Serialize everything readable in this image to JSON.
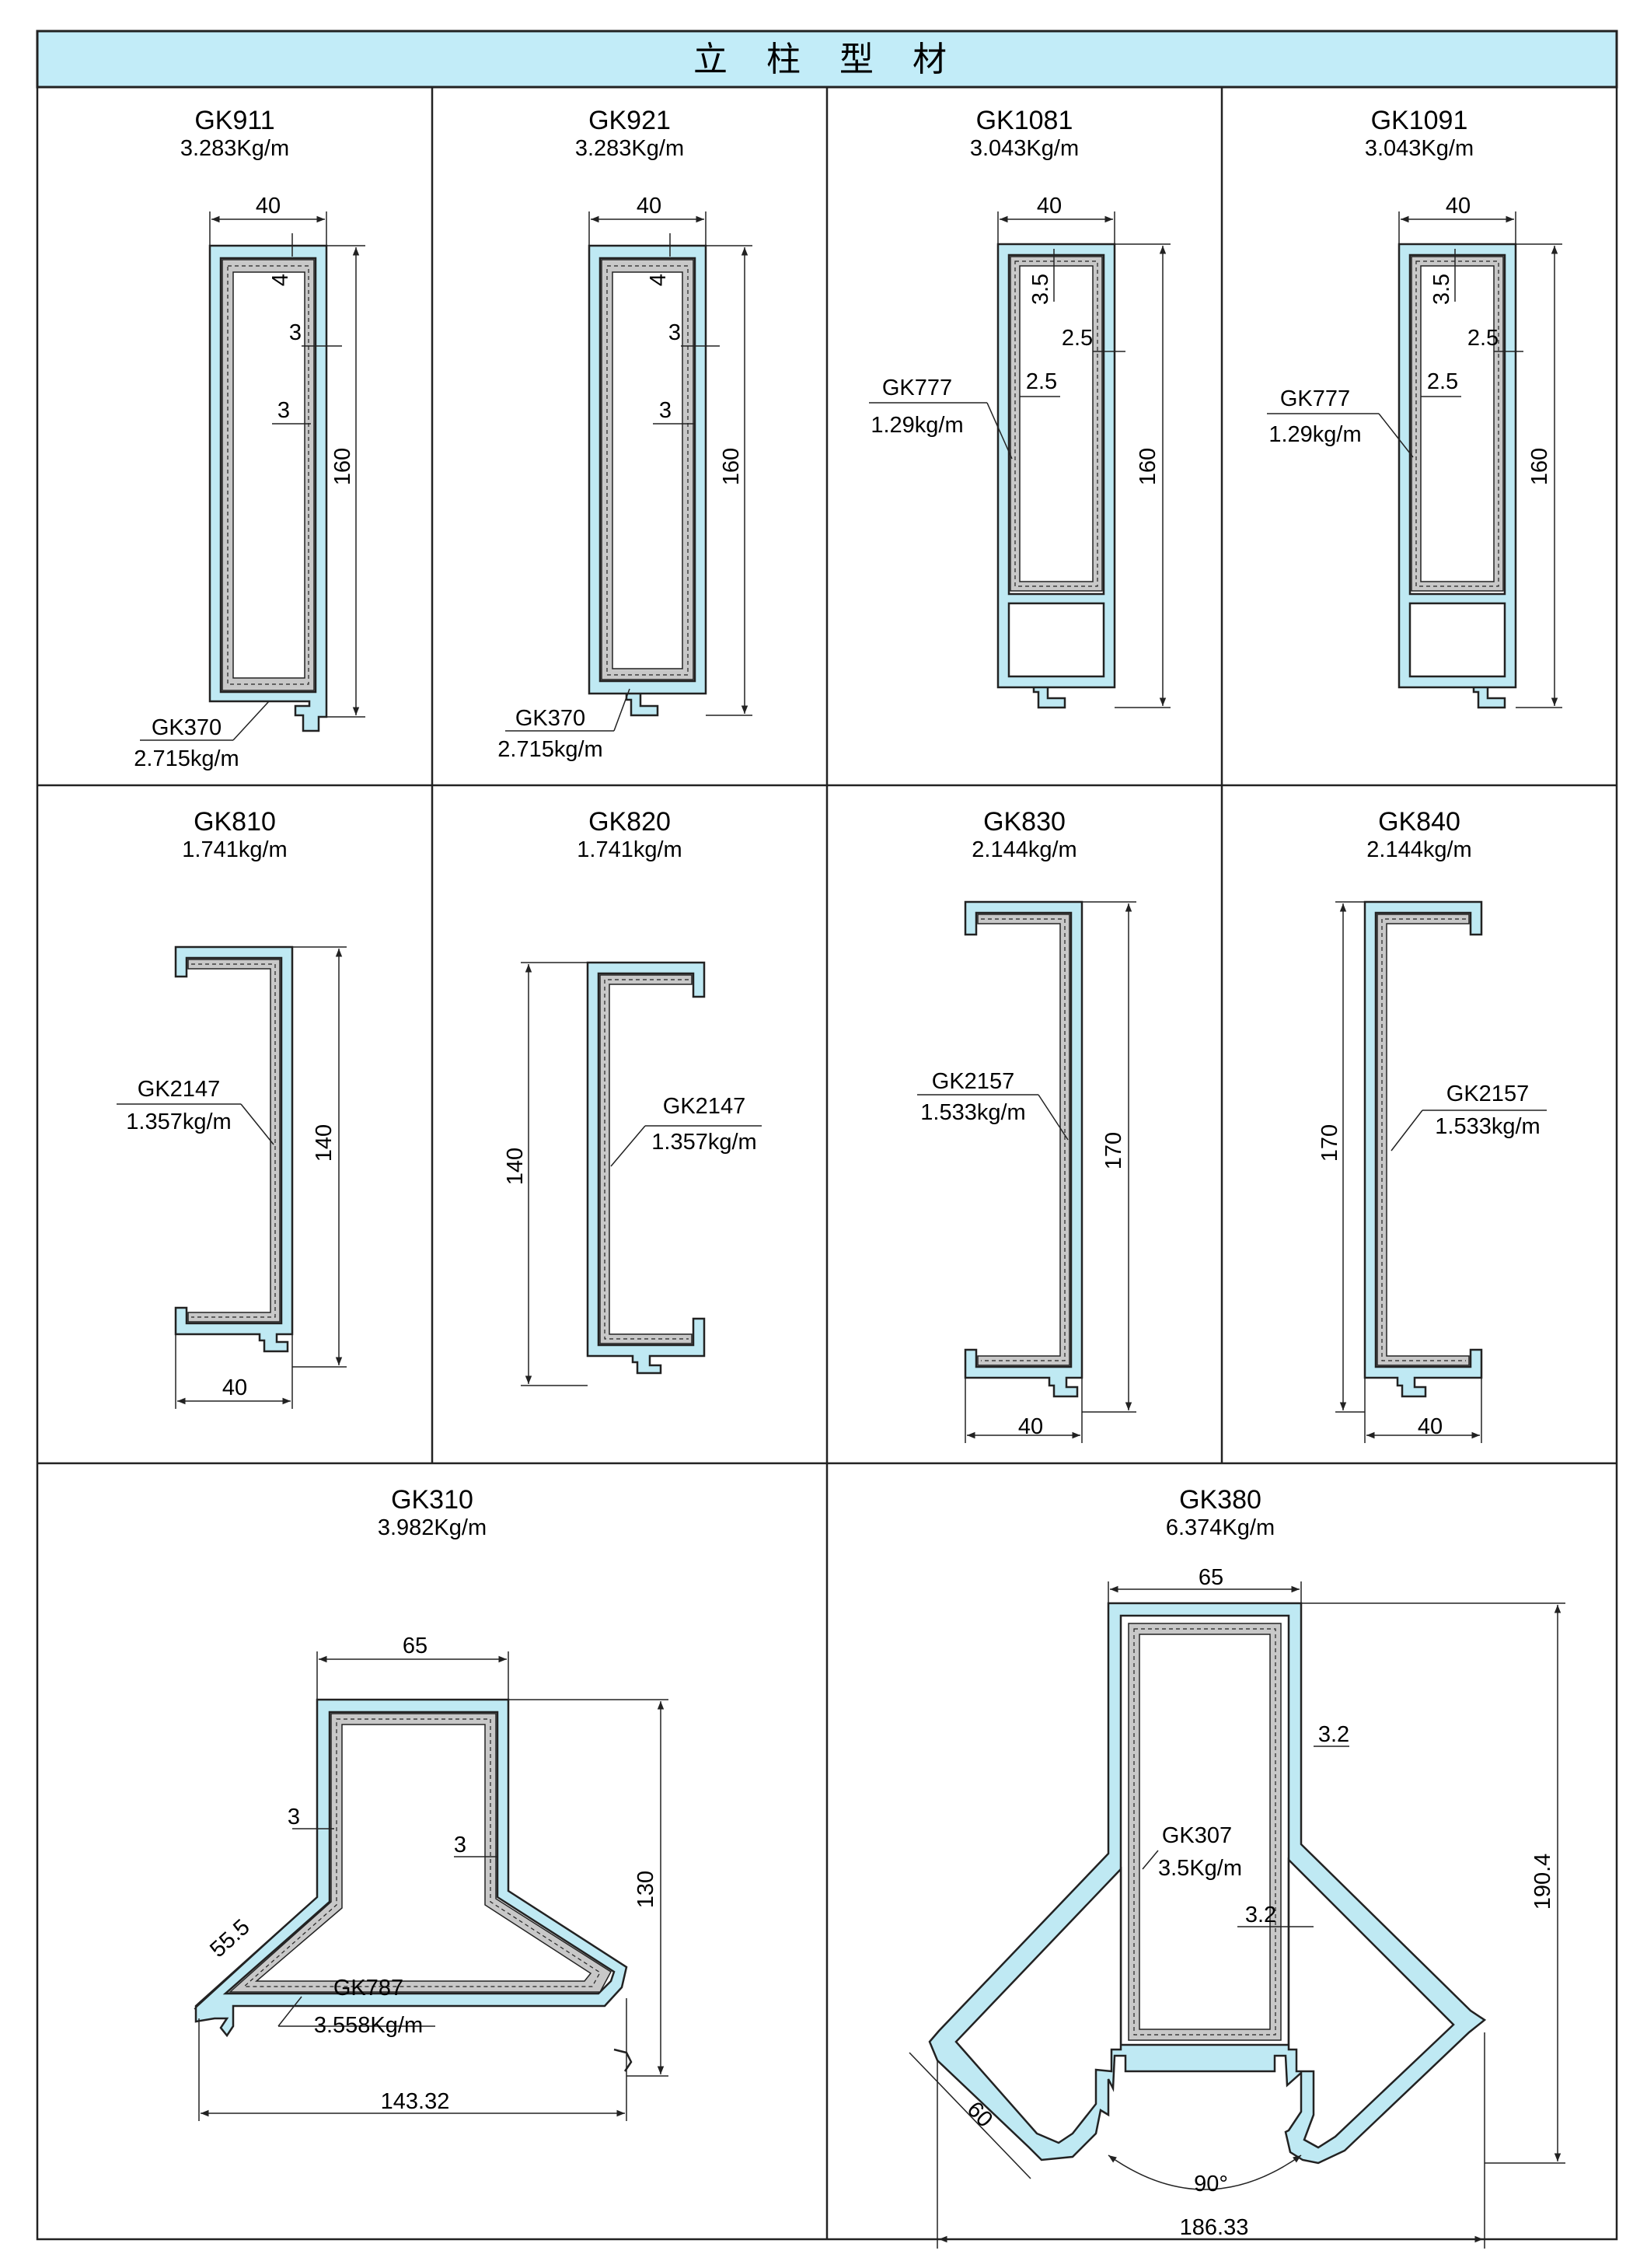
{
  "header": {
    "title": "立 柱 型 材"
  },
  "colors": {
    "profile_fill": "#bfe9f3",
    "header_fill": "#c2ecf8",
    "insert_fill": "#c8c8c8",
    "line": "#222222"
  },
  "cells": [
    {
      "id": "gk911",
      "name": "GK911",
      "weight": "3.283Kg/m",
      "dims": [
        "40",
        "4",
        "3",
        "3",
        "160"
      ],
      "labels": [
        {
          "name": "GK370",
          "weight": "2.715kg/m"
        }
      ]
    },
    {
      "id": "gk921",
      "name": "GK921",
      "weight": "3.283Kg/m",
      "dims": [
        "40",
        "4",
        "3",
        "3",
        "160"
      ],
      "labels": [
        {
          "name": "GK370",
          "weight": "2.715kg/m"
        }
      ]
    },
    {
      "id": "gk1081",
      "name": "GK1081",
      "weight": "3.043Kg/m",
      "dims": [
        "40",
        "3.5",
        "2.5",
        "2.5",
        "160"
      ],
      "labels": [
        {
          "name": "GK777",
          "weight": "1.29kg/m"
        }
      ]
    },
    {
      "id": "gk1091",
      "name": "GK1091",
      "weight": "3.043Kg/m",
      "dims": [
        "40",
        "3.5",
        "2.5",
        "2.5",
        "160"
      ],
      "labels": [
        {
          "name": "GK777",
          "weight": "1.29kg/m"
        }
      ]
    },
    {
      "id": "gk810",
      "name": "GK810",
      "weight": "1.741kg/m",
      "dims": [
        "140",
        "40"
      ],
      "labels": [
        {
          "name": "GK2147",
          "weight": "1.357kg/m"
        }
      ]
    },
    {
      "id": "gk820",
      "name": "GK820",
      "weight": "1.741kg/m",
      "dims": [
        "140"
      ],
      "labels": [
        {
          "name": "GK2147",
          "weight": "1.357kg/m"
        }
      ]
    },
    {
      "id": "gk830",
      "name": "GK830",
      "weight": "2.144kg/m",
      "dims": [
        "170",
        "40"
      ],
      "labels": [
        {
          "name": "GK2157",
          "weight": "1.533kg/m"
        }
      ]
    },
    {
      "id": "gk840",
      "name": "GK840",
      "weight": "2.144kg/m",
      "dims": [
        "170",
        "40"
      ],
      "labels": [
        {
          "name": "GK2157",
          "weight": "1.533kg/m"
        }
      ]
    },
    {
      "id": "gk310",
      "name": "GK310",
      "weight": "3.982Kg/m",
      "dims": [
        "65",
        "3",
        "3",
        "130",
        "55.5",
        "143.32"
      ],
      "labels": [
        {
          "name": "GK787",
          "weight": "3.558Kg/m"
        }
      ]
    },
    {
      "id": "gk380",
      "name": "GK380",
      "weight": "6.374Kg/m",
      "dims": [
        "65",
        "3.2",
        "3.2",
        "190.4",
        "60",
        "90°",
        "186.33"
      ],
      "labels": [
        {
          "name": "GK307",
          "weight": "3.5Kg/m"
        }
      ]
    }
  ]
}
